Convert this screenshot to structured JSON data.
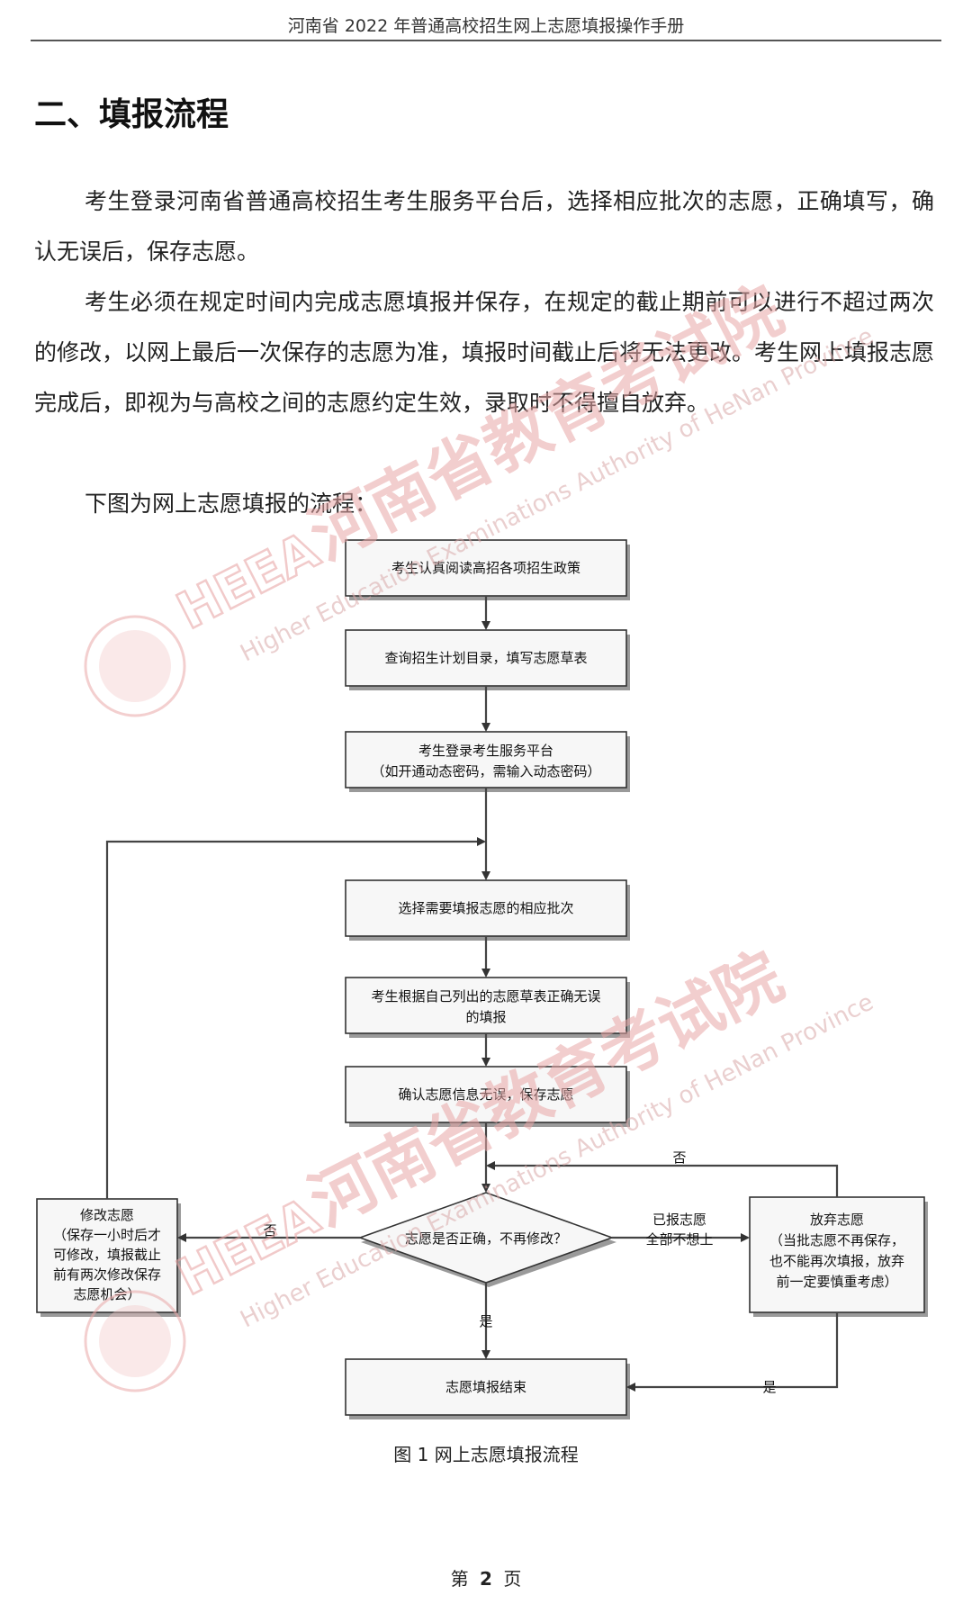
{
  "header": {
    "title": "河南省 2022 年普通高校招生网上志愿填报操作手册"
  },
  "section": {
    "title": "二、填报流程"
  },
  "paragraphs": [
    "考生登录河南省普通高校招生考生服务平台后，选择相应批次的志愿，正确填写，确认无误后，保存志愿。",
    "考生必须在规定时间内完成志愿填报并保存，在规定的截止期前可以进行不超过两次的修改，以网上最后一次保存的志愿为准，填报时间截止后将无法更改。考生网上填报志愿完成后，即视为与高校之间的志愿约定生效，录取时不得擅自放弃。",
    "下图为网上志愿填报的流程："
  ],
  "flowchart": {
    "step1": "考生认真阅读高招各项招生政策",
    "step2": "查询招生计划目录，填写志愿草表",
    "step3_line1": "考生登录考生服务平台",
    "step3_line2": "（如开通动态密码，需输入动态密码）",
    "step4": "选择需要填报志愿的相应批次",
    "step5_line1": "考生根据自己列出的志愿草表正确无误",
    "step5_line2": "的填报",
    "step6": "确认志愿信息无误，保存志愿",
    "decision": "志愿是否正确，不再修改？",
    "end": "志愿填报结束",
    "modify_title": "修改志愿",
    "modify_l1": "（保存一小时后才",
    "modify_l2": "可修改，填报截止",
    "modify_l3": "前有两次修改保存",
    "modify_l4": "志愿机会）",
    "abandon_title": "放弃志愿",
    "abandon_l1": "（当批志愿不再保存，",
    "abandon_l2": "也不能再次填报，放弃",
    "abandon_l3": "前一定要慎重考虑）",
    "label_no_left": "否",
    "label_no_top": "否",
    "label_yes_down": "是",
    "label_yes_right": "是",
    "label_right_l1": "已报志愿",
    "label_right_l2": "全部不想上"
  },
  "caption": "图 1 网上志愿填报流程",
  "footer": {
    "prefix": "第",
    "number": "2",
    "suffix": "页"
  },
  "watermark": {
    "cn": "河南省教育考试院",
    "en": "Higher Education Examinations Authority of HeNan Province",
    "logo": "HEEA"
  }
}
